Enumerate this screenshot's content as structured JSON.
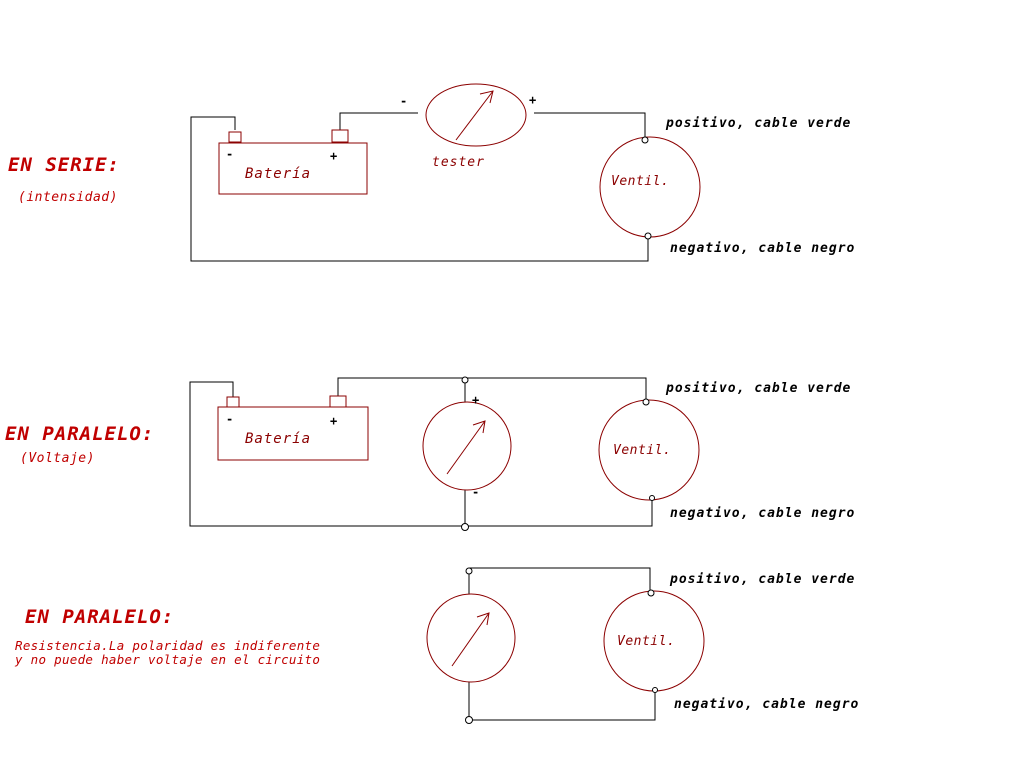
{
  "colors": {
    "heading": "#c00000",
    "component_label": "#8b0000",
    "wire": "#000000",
    "component": "#8b0000"
  },
  "serie": {
    "title": "EN SERIE:",
    "subtitle": "(intensidad)",
    "battery_label": "Batería",
    "battery_minus": "-",
    "battery_plus": "+",
    "tester_label": "tester",
    "tester_minus": "-",
    "tester_plus": "+",
    "fan_label": "Ventil.",
    "positive_label": "positivo, cable verde",
    "negative_label": "negativo, cable negro"
  },
  "paralelo_voltaje": {
    "title": "EN PARALELO:",
    "subtitle": "(Voltaje)",
    "battery_label": "Batería",
    "battery_minus": "-",
    "battery_plus": "+",
    "meter_plus": "+",
    "meter_minus": "-",
    "fan_label": "Ventil.",
    "positive_label": "positivo, cable verde",
    "negative_label": "negativo, cable negro"
  },
  "paralelo_resistencia": {
    "title": "EN PARALELO:",
    "note_line1": "Resistencia.La polaridad es indiferente",
    "note_line2": "y no puede haber voltaje en el circuito",
    "fan_label": "Ventil.",
    "positive_label": "positivo, cable verde",
    "negative_label": "negativo, cable negro"
  }
}
